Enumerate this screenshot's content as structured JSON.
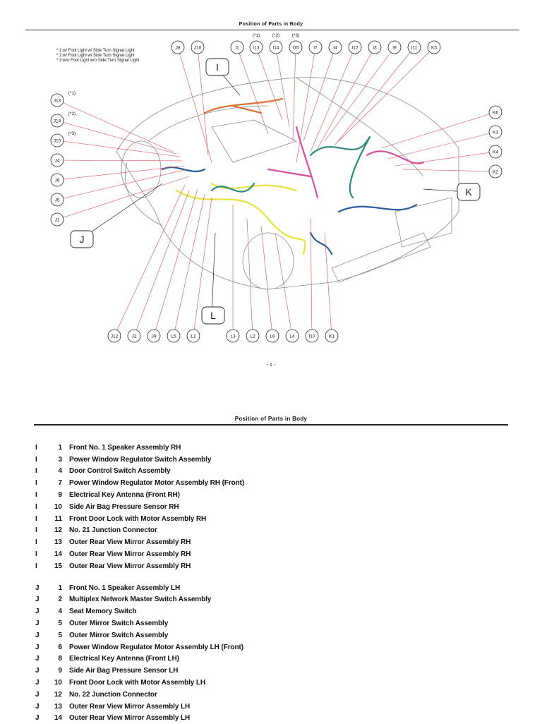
{
  "header": {
    "title": "Position of Parts in Body"
  },
  "notes": [
    "* 1:w/ Fool Lighl w/ Side Turn Signal Lighl",
    "* 2:w/ Fool Lighl w/ Side Turn Signal Lighl",
    "* 3:w/o Fool Lighl w/o Side Turn Signal Lighl"
  ],
  "diagram": {
    "top_callouts": [
      "J8",
      "J10",
      "I1",
      "I13",
      "I14",
      "I15",
      "I7",
      "I4",
      "I12",
      "I3",
      "I9",
      "I11",
      "K5"
    ],
    "top_superscripts": [
      "(*1)",
      "(*2)",
      "(*3)"
    ],
    "left_callouts": [
      "J13",
      "J14",
      "J15",
      "J4",
      "J6",
      "J5",
      "J1"
    ],
    "left_superscripts": [
      "(*1)",
      "(*2)",
      "(*3)"
    ],
    "right_callouts": [
      "K6",
      "K3",
      "K4",
      "K2"
    ],
    "bottom_callouts": [
      "J12",
      "J2",
      "J9",
      "L5",
      "L1",
      "L3",
      "L2",
      "L6",
      "L4",
      "I10",
      "K1"
    ],
    "area_labels": [
      "I",
      "J",
      "K",
      "L"
    ],
    "colors": {
      "yellow": "#e8e23a",
      "teal": "#2e8b7a",
      "pink": "#d94fa0",
      "blue": "#2a5d9a",
      "orange": "#d9743a",
      "callout_line": "#e24a4a"
    }
  },
  "page_number": "- 1 -",
  "section": {
    "title": "Position of Parts in Body"
  },
  "parts": [
    {
      "code": "I",
      "num": "1",
      "name": "Front No. 1 Speaker Assembly RH"
    },
    {
      "code": "I",
      "num": "3",
      "name": "Power Window Regulator Switch Assembly"
    },
    {
      "code": "I",
      "num": "4",
      "name": "Door Control Switch Assembly"
    },
    {
      "code": "I",
      "num": "7",
      "name": "Power Window Regulator Motor Assembly RH (Front)"
    },
    {
      "code": "I",
      "num": "9",
      "name": "Electrical Key Antenna (Front RH)"
    },
    {
      "code": "I",
      "num": "10",
      "name": "Side Air Bag Pressure Sensor RH"
    },
    {
      "code": "I",
      "num": "11",
      "name": "Front Door Lock with Motor Assembly RH"
    },
    {
      "code": "I",
      "num": "12",
      "name": "No. 21 Junction Connector"
    },
    {
      "code": "I",
      "num": "13",
      "name": "Outer Rear View Mirror Assembly RH"
    },
    {
      "code": "I",
      "num": "14",
      "name": "Outer Rear View Mirror Assembly RH"
    },
    {
      "code": "I",
      "num": "15",
      "name": "Outer Rear View Mirror Assembly RH"
    },
    {
      "code": "J",
      "num": "1",
      "name": "Front No. 1 Speaker Assembly LH"
    },
    {
      "code": "J",
      "num": "2",
      "name": "Multiplex Network Master Switch Assembly"
    },
    {
      "code": "J",
      "num": "4",
      "name": "Seat Memory Switch"
    },
    {
      "code": "J",
      "num": "5",
      "name": "Outer Mirror Switch Assembly"
    },
    {
      "code": "J",
      "num": "5",
      "name": "Outer Mirror Switch Assembly"
    },
    {
      "code": "J",
      "num": "6",
      "name": "Power Window Regulator Motor Assembly LH (Front)"
    },
    {
      "code": "J",
      "num": "8",
      "name": "Electrical Key Antenna (Front LH)"
    },
    {
      "code": "J",
      "num": "9",
      "name": "Side Air Bag Pressure Sensor LH"
    },
    {
      "code": "J",
      "num": "10",
      "name": "Front Door Lock with Motor Assembly LH"
    },
    {
      "code": "J",
      "num": "12",
      "name": "No. 22 Junction Connector"
    },
    {
      "code": "J",
      "num": "13",
      "name": "Outer Rear View Mirror Assembly LH"
    },
    {
      "code": "J",
      "num": "14",
      "name": "Outer Rear View Mirror Assembly LH"
    }
  ]
}
